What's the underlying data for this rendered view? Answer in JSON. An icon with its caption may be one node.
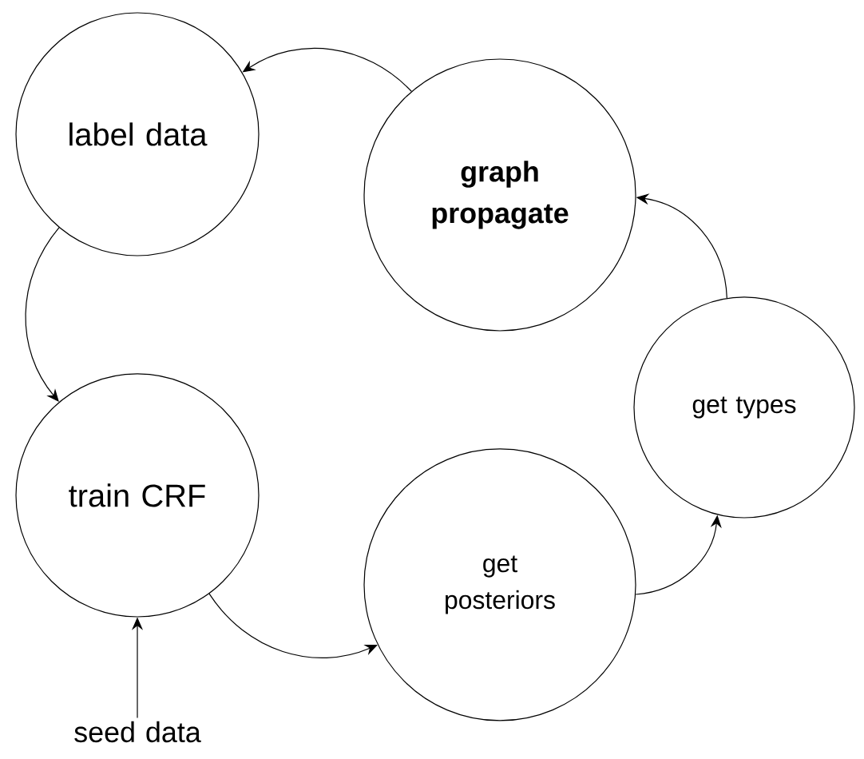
{
  "diagram": {
    "nodes": [
      {
        "text": [
          "label data"
        ]
      },
      {
        "text": [
          "graph propagate"
        ]
      },
      {
        "text": [
          "get types"
        ]
      },
      {
        "text": [
          "train CRF"
        ]
      },
      {
        "text": [
          "get posteriors"
        ]
      },
      {
        "text": [
          "seed data"
        ]
      }
    ],
    "edges": [
      {
        "from": 1,
        "to": 0,
        "arrow": "to"
      },
      {
        "from": 0,
        "to": 3,
        "arrow": "to"
      },
      {
        "from": 3,
        "to": 4,
        "arrow": "to"
      },
      {
        "from": 4,
        "to": 2,
        "arrow": "to"
      },
      {
        "from": 2,
        "to": 1,
        "arrow": "to"
      },
      {
        "from": 5,
        "to": 3,
        "arrow": "to"
      }
    ]
  }
}
